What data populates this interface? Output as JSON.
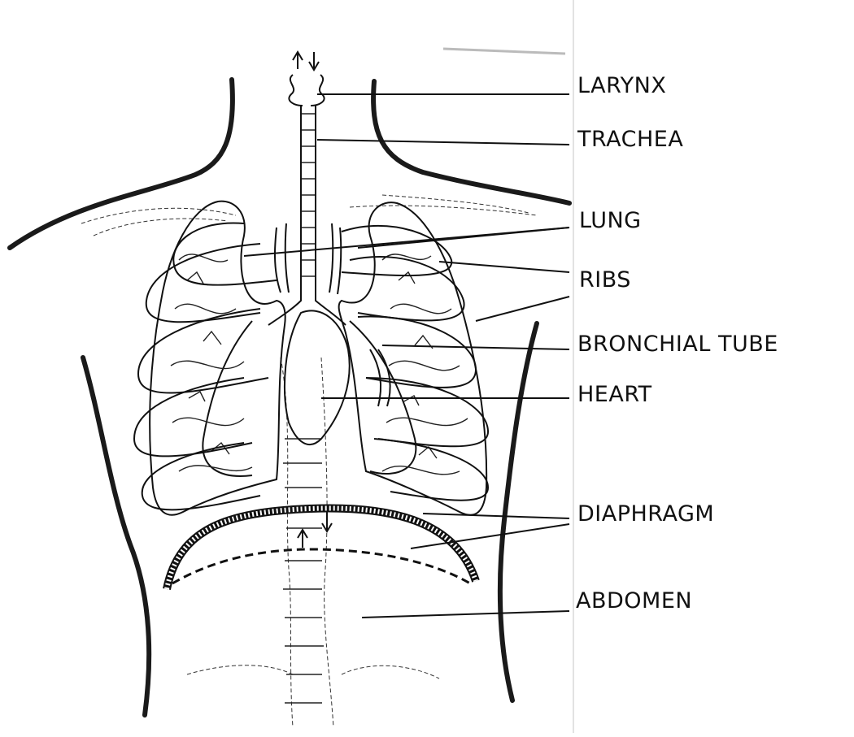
{
  "labels": {
    "larynx": "LARYNX",
    "trachea": "TRACHEA",
    "lung": "LUNG",
    "ribs": "RIBS",
    "bronchial_tube": "BRONCHIAL TUBE",
    "heart": "HEART",
    "diaphragm": "DIAPHRAGM",
    "abdomen": "ABDOMEN"
  },
  "colors": {
    "ink": "#111111",
    "background": "#ffffff"
  }
}
